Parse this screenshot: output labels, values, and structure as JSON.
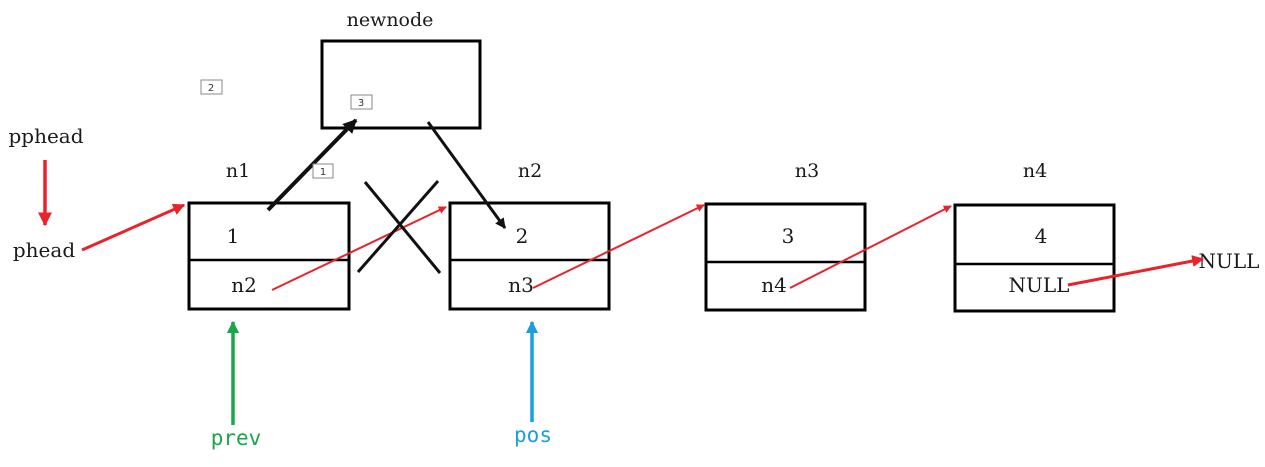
{
  "colors": {
    "red": "#e8232b",
    "black": "#111111",
    "green": "#1aa64a",
    "blue": "#1a9ee0"
  },
  "nodes": [
    {
      "name": "n1",
      "data": "1",
      "next": "n2"
    },
    {
      "name": "n2",
      "data": "2",
      "next": "n3"
    },
    {
      "name": "n3",
      "data": "3",
      "next": "n4"
    },
    {
      "name": "n4",
      "data": "4",
      "next": "NULL"
    }
  ],
  "newnode": {
    "label": "newnode"
  },
  "pointers": {
    "pphead": "pphead",
    "phead": "phead",
    "prev": "prev",
    "pos": "pos",
    "null_end": "NULL"
  },
  "steps": [
    "1",
    "2",
    "3"
  ]
}
